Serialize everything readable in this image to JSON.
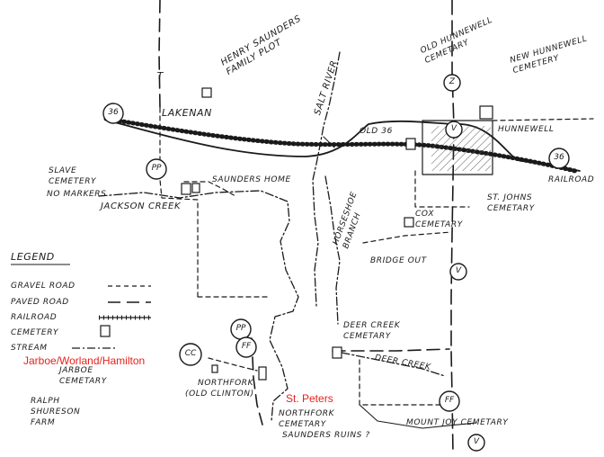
{
  "labels": {
    "henry": "HENRY SAUNDERS FAMILY PLOT",
    "lakenan": "LAKENAN",
    "salt_river": "SALT RIVER",
    "old_hunnewell_cemetery": "OLD HUNNEWELL CEMETARY",
    "new_hunnewell_cemetery": "NEW HUNNEWELL CEMETERY",
    "hunnewell": "HUNNEWELL",
    "old_36": "OLD 36",
    "railroad": "RAILROAD",
    "slave_cemetery": "SLAVE CEMETERY",
    "no_markers": "NO MARKERS",
    "saunders_home": "SAUNDERS HOME",
    "jackson_creek": "JACKSON CREEK",
    "st_johns_cemetery": "ST. JOHNS CEMETARY",
    "horseshoe_branch": "HORSESHOE BRANCH",
    "cox_cemetery": "COX CEMETARY",
    "bridge_out": "BRIDGE OUT",
    "deer_creek_cemetery": "DEER CREEK CEMETARY",
    "deer_creek": "DEER CREEK",
    "northfork": "NORTHFORK",
    "old_clinton": "(OLD CLINTON)",
    "jarboe_cemetery": "JARBOE CEMETARY",
    "ralph_shureson_farm": "RALPH SHURESON FARM",
    "northfork_cemetery": "NORTHFORK CEMETARY",
    "saunders_ruins": "SAUNDERS RUINS ?",
    "mount_joy_cemetery": "MOUNT JOY CEMETARY",
    "jarboe_red": "Jarboe/Worland/Hamilton",
    "st_peters_red": "St. Peters"
  },
  "legend": {
    "title": "LEGEND",
    "gravel": "GRAVEL ROAD",
    "paved": "PAVED ROAD",
    "railroad": "RAILROAD",
    "cemetery": "CEMETERY",
    "stream": "STREAM"
  },
  "route_markers": {
    "r36_left": "36",
    "r36_right": "36",
    "pp_lakenan": "PP",
    "pp_north": "PP",
    "ff_north": "FF",
    "ff_east": "FF",
    "cc": "CC",
    "z": "Z",
    "v_top": "V",
    "v_mid": "V",
    "v_bottom": "V",
    "t_top": "T"
  },
  "colors": {
    "ink": "#1a1a1a",
    "annotation": "#e8201a",
    "hatch": "#555555"
  }
}
